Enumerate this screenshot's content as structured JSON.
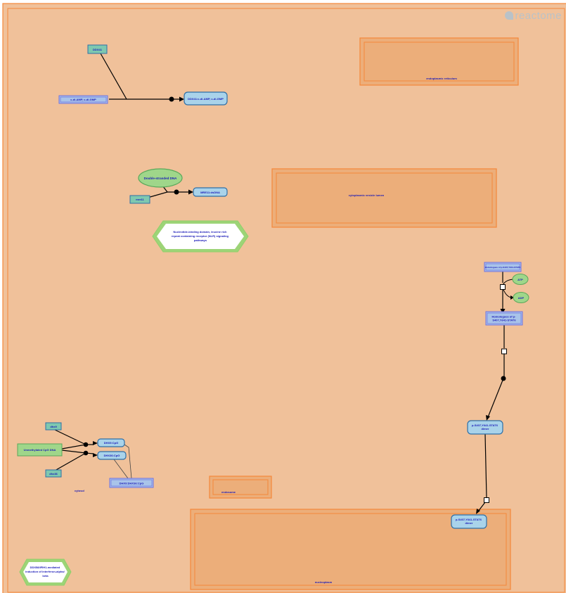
{
  "logo": {
    "text": "reactome",
    "icon": "reactome-logo-icon"
  },
  "compartments": {
    "cytosol": "cytosol",
    "er": "endoplasmic reticulum",
    "cvl": "cytoplasmic vesicle lumen",
    "endosome": "endosome",
    "nucleoplasm": "nucleoplasm"
  },
  "entities": {
    "ddx41": "DDX41",
    "cdiamp": "c-di-AMP, c-di-GMP",
    "ddx41_complex": "DDX41:c-di-AMP, c-di-GMP",
    "dsdna": "Double-stranded DNA",
    "mre11": "mre11",
    "mre11_dsdna": "MRE11:dsDNA",
    "nlr_pathway": "Nucleotide-binding domain, leucine rich repeat containing receptor (NLR) signaling pathways",
    "homologues_top": "Homologues of p-S407,Y641-STAT6",
    "atp": "ATP",
    "adp": "ADP",
    "homologues_mid": "Homologues of p-S407,Y641-STAT6",
    "stat6_dimer_1": "p-S407,Y641-STAT6 dimer",
    "stat6_dimer_2": "p-S407,Y641-STAT6 dimer",
    "dhx9_gene": "dhx9",
    "cpg_dna": "Unmethylated CpG DNA",
    "dhx36_gene": "dhx36",
    "dhx9_cpg": "DHX9:CpG",
    "dhx36_cpg": "DHX36:CpG",
    "dhx9_dhx36_cpg": "DHX9:DHX36:CpG",
    "ddx58_pathway": "DDX58/IFIH1-mediated induction of interferon-alpha/beta"
  },
  "colors": {
    "compartment_fill": "#f0c19a",
    "compartment_border": "#f5883a",
    "inner_fill": "#ecae7a",
    "protein_fill": "#a9d3ea",
    "protein_border": "#2e6fa6",
    "complex_fill": "#a9c4ea",
    "complex_border": "#7070e0",
    "gene_fill": "#7ec8b0",
    "chemical_fill": "#9fd68a",
    "chemical_border": "#5aa85a",
    "pathway_border": "#8fd06a",
    "label": "#1a1ab8"
  }
}
